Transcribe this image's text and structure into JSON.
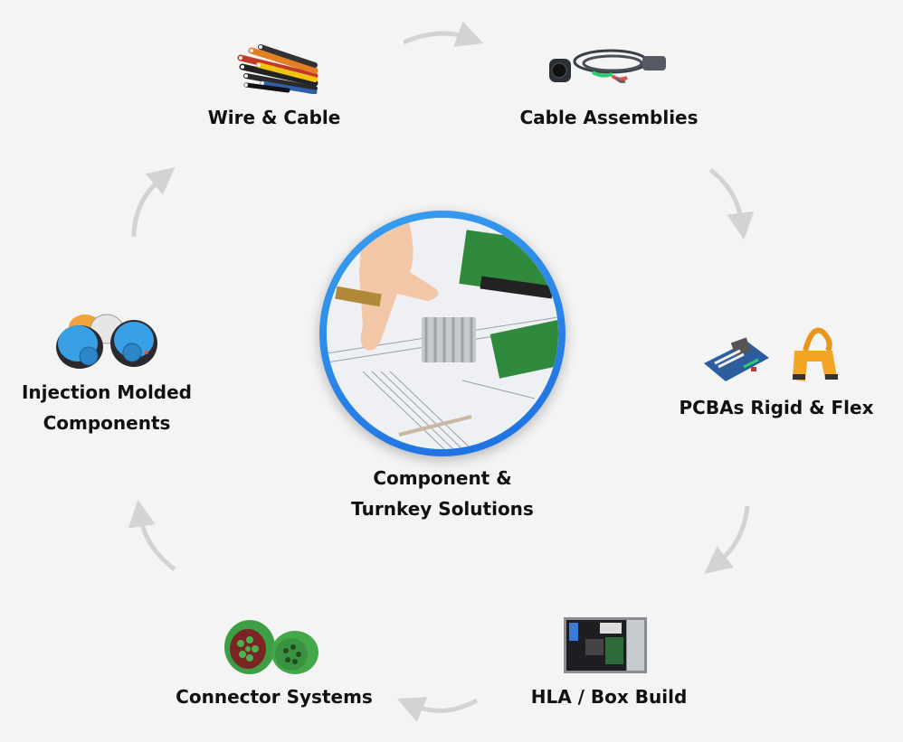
{
  "diagram": {
    "type": "cycle",
    "center": {
      "label_line1": "Component &",
      "label_line2": "Turnkey Solutions",
      "image": "engineer-hand-on-schematic-with-pcb-and-heatsink",
      "ring_color": "#2f8ff0"
    },
    "nodes": [
      {
        "id": "wire-cable",
        "label": "Wire & Cable",
        "image": "wire-bundle"
      },
      {
        "id": "cable-assemblies",
        "label": "Cable Assemblies",
        "image": "cable-assembly"
      },
      {
        "id": "pcbas",
        "label": "PCBAs Rigid & Flex",
        "image": "pcb-and-flex-circuit"
      },
      {
        "id": "hla-box-build",
        "label": "HLA / Box Build",
        "image": "computer-chassis"
      },
      {
        "id": "connector-systems",
        "label": "Connector Systems",
        "image": "green-connectors"
      },
      {
        "id": "injection-molded",
        "label_line1": "Injection Molded",
        "label_line2": "Components",
        "image": "molded-plastic-parts"
      }
    ],
    "arrow_color": "#d3d3d3",
    "flow_direction": "clockwise"
  }
}
